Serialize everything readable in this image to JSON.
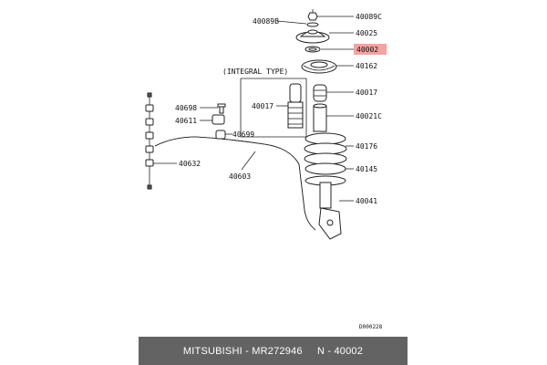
{
  "diagram": {
    "labels": {
      "p40089B": "40089B",
      "p40089C": "40089C",
      "p40025": "40025",
      "p40002": "40002",
      "p40162": "40162",
      "integral_type": "(INTEGRAL TYPE)",
      "p40017_left": "40017",
      "p40017_right": "40017",
      "p40021C": "40021C",
      "p40698": "40698",
      "p40611": "40611",
      "p40699": "40699",
      "p40176": "40176",
      "p40632": "40632",
      "p40603": "40603",
      "p40145": "40145",
      "p40041": "40041",
      "ref_code": "D000228"
    },
    "highlight_color": "#f4a3a3"
  },
  "footer": {
    "caption": "MITSUBISHI - MR272946     N - 40002"
  }
}
